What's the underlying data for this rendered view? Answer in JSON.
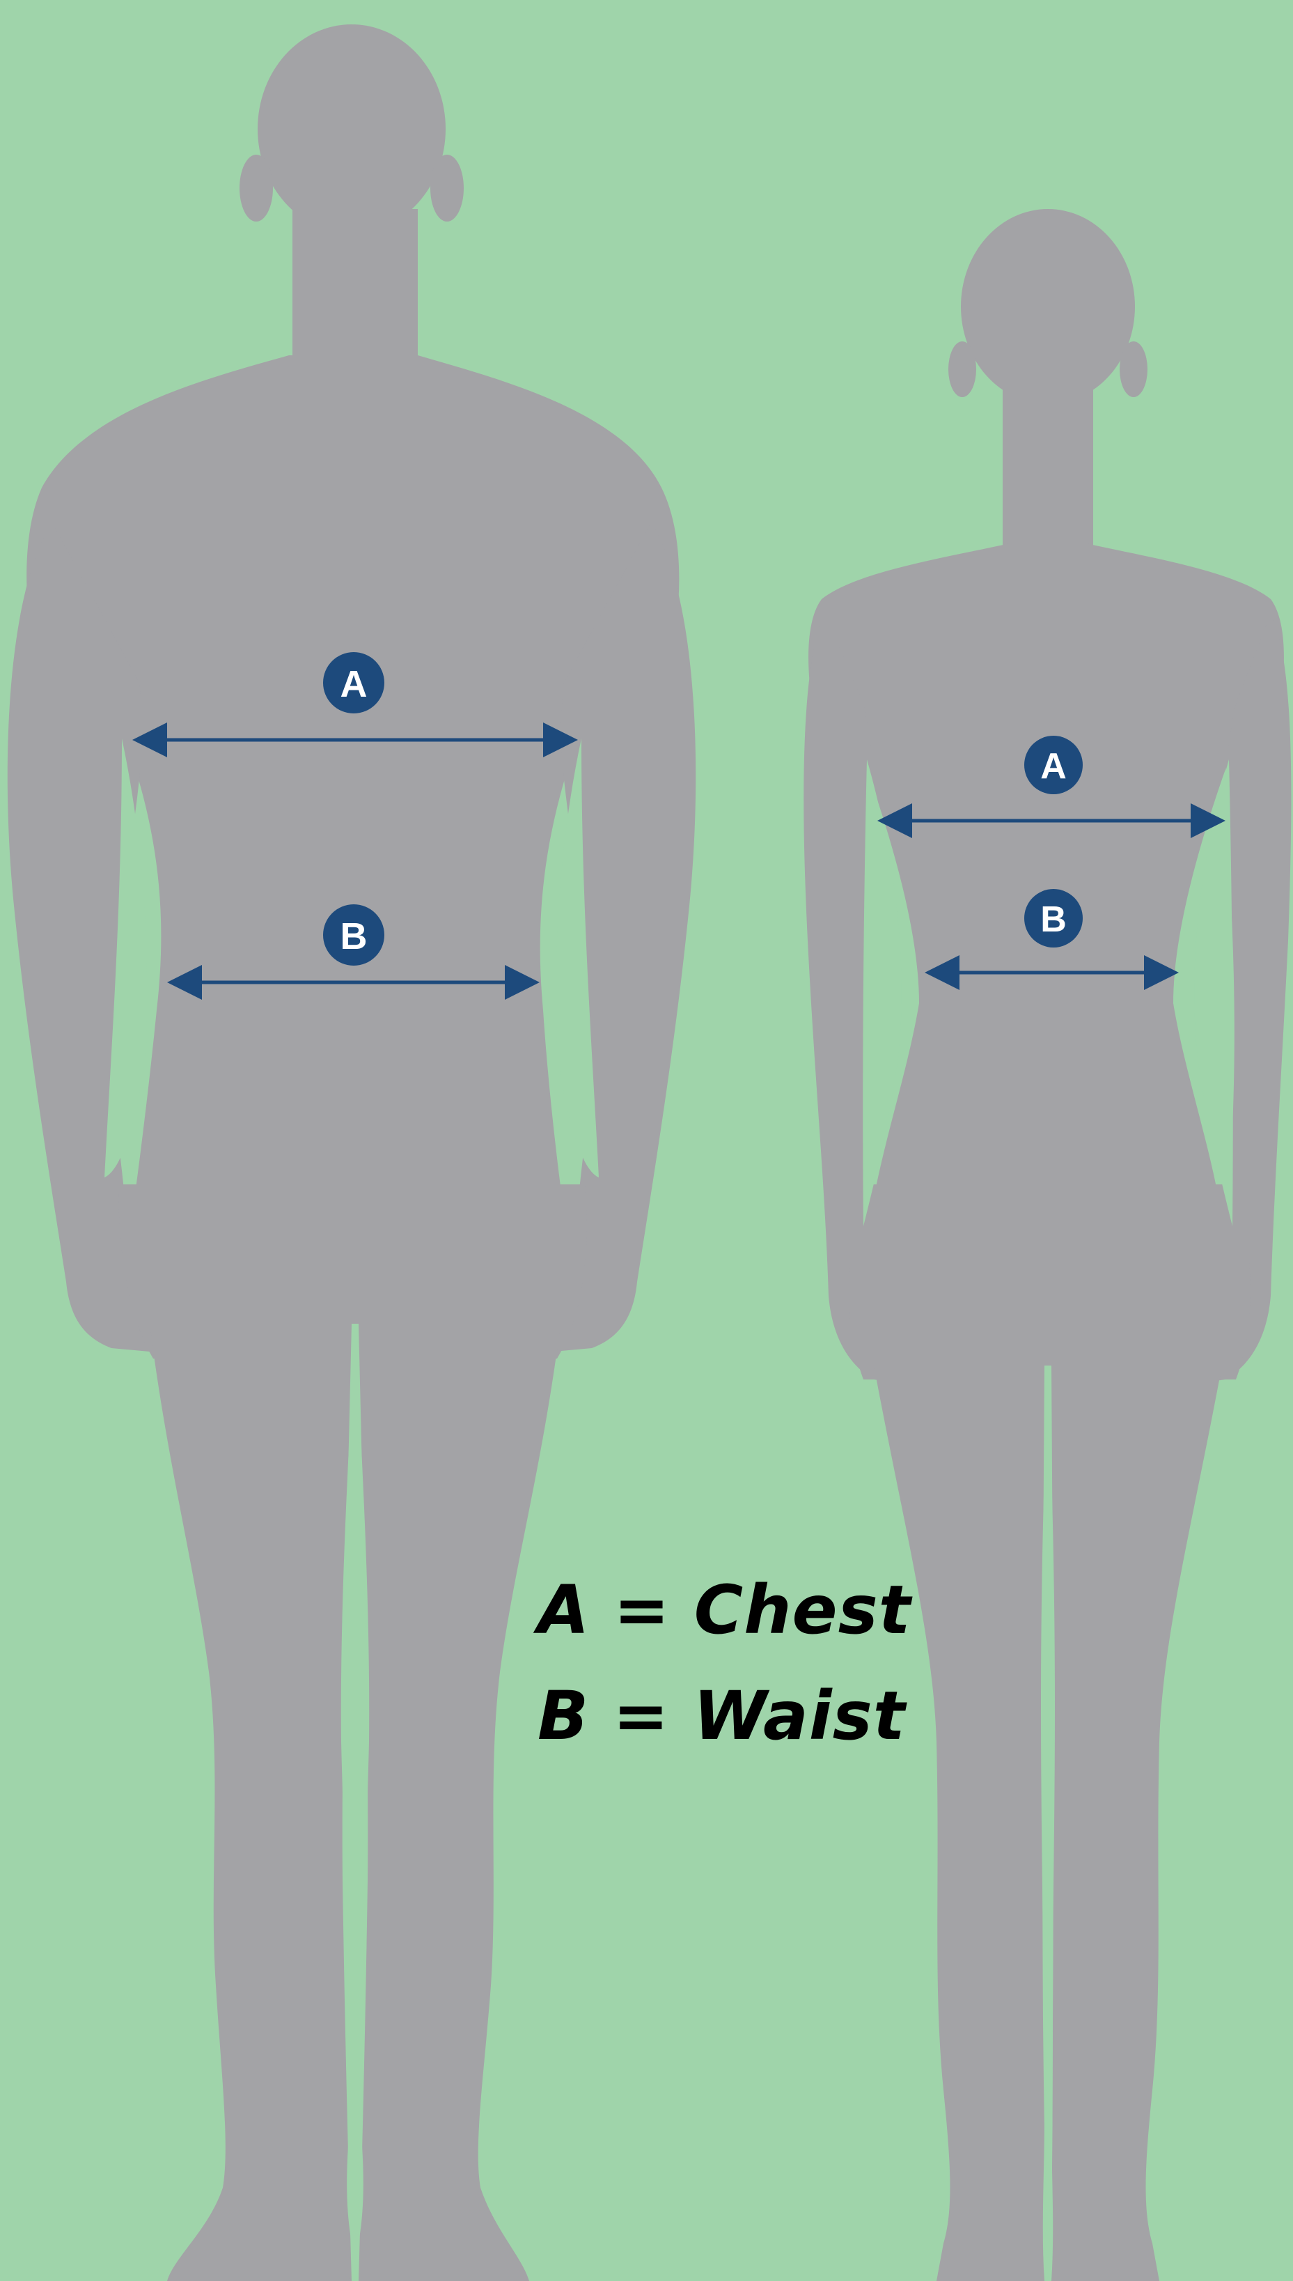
{
  "colors": {
    "background": "#9fd4aa",
    "silhouette": "#a3a3a6",
    "marker": "#1d4a7c",
    "marker_text": "#ffffff",
    "legend_text": "#000000"
  },
  "figures": [
    {
      "name": "male",
      "measurements": [
        {
          "marker": "A"
        },
        {
          "marker": "B"
        }
      ]
    },
    {
      "name": "female",
      "measurements": [
        {
          "marker": "A"
        },
        {
          "marker": "B"
        }
      ]
    }
  ],
  "legend": [
    {
      "key": "A",
      "equals": "=",
      "label": "Chest"
    },
    {
      "key": "B",
      "equals": "=",
      "label": "Waist"
    }
  ]
}
